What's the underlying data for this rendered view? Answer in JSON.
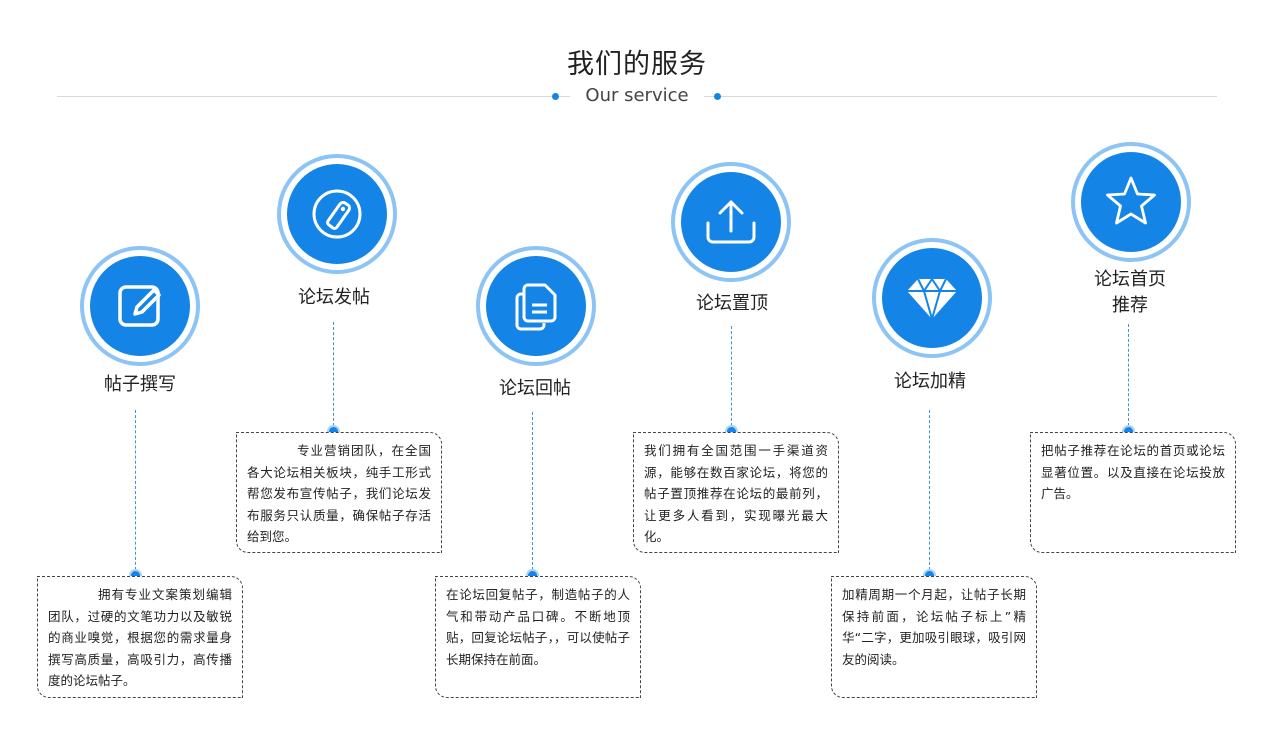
{
  "header": {
    "title": "我们的服务",
    "subtitle": "Our service"
  },
  "services": [
    {
      "icon": "edit-icon",
      "title": "帖子撰写",
      "desc": "拥有专业文案策划编辑团队，过硬的文笔功力以及敏锐的商业嗅觉，根据您的需求量身撰写高质量，高吸引力，高传播度的论坛帖子。"
    },
    {
      "icon": "tag-icon",
      "title": "论坛发帖",
      "desc": "专业营销团队，在全国各大论坛相关板块，纯手工形式帮您发布宣传帖子，我们论坛发布服务只认质量，确保帖子存活给到您。"
    },
    {
      "icon": "document-copy-icon",
      "title": "论坛回帖",
      "desc": "在论坛回复帖子，制造帖子的人气和带动产品口碑。不断地顶贴，回复论坛帖子，，可以使帖子长期保持在前面。"
    },
    {
      "icon": "upload-icon",
      "title": "论坛置顶",
      "desc": "我们拥有全国范围一手渠道资源，能够在数百家论坛，将您的帖子置顶推荐在论坛的最前列，让更多人看到，实现曝光最大化。"
    },
    {
      "icon": "diamond-icon",
      "title": "论坛加精",
      "desc": " 加精周期一个月起，让帖子长期保持前面，论坛帖子标上”精华“二字，更加吸引眼球，吸引网友的阅读。"
    },
    {
      "icon": "star-icon",
      "title_line1": "论坛首页",
      "title_line2": "推荐",
      "desc": "把帖子推荐在论坛的首页或论坛显著位置。以及直接在论坛投放广告。"
    }
  ],
  "colors": {
    "accent": "#1485e6",
    "ring": "#8bc4f5",
    "border": "#444444"
  }
}
